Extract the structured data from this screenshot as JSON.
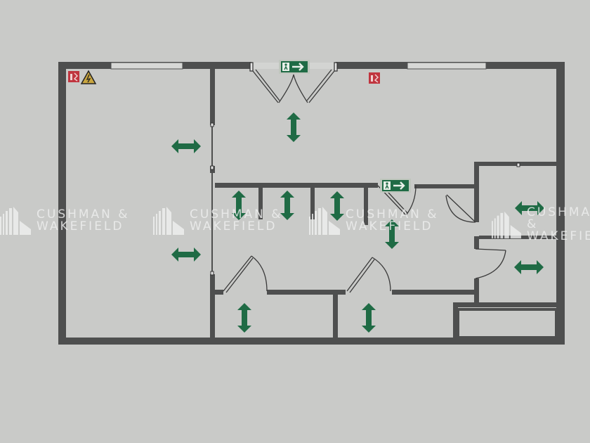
{
  "watermark": {
    "line1": "CUSHMAN &",
    "line2": "WAKEFIELD",
    "repeats": 4
  },
  "colors": {
    "background": "#c9cac8",
    "wall": "#4e4f4f",
    "exit_green": "#1f6b45",
    "fire_red": "#c0353f",
    "warning_yellow": "#c9a640"
  },
  "icons": {
    "double_arrow": "double-arrow-icon",
    "exit_sign": "emergency-exit-sign-icon",
    "fire_extinguisher": "fire-extinguisher-icon",
    "warning": "electrical-warning-icon"
  }
}
